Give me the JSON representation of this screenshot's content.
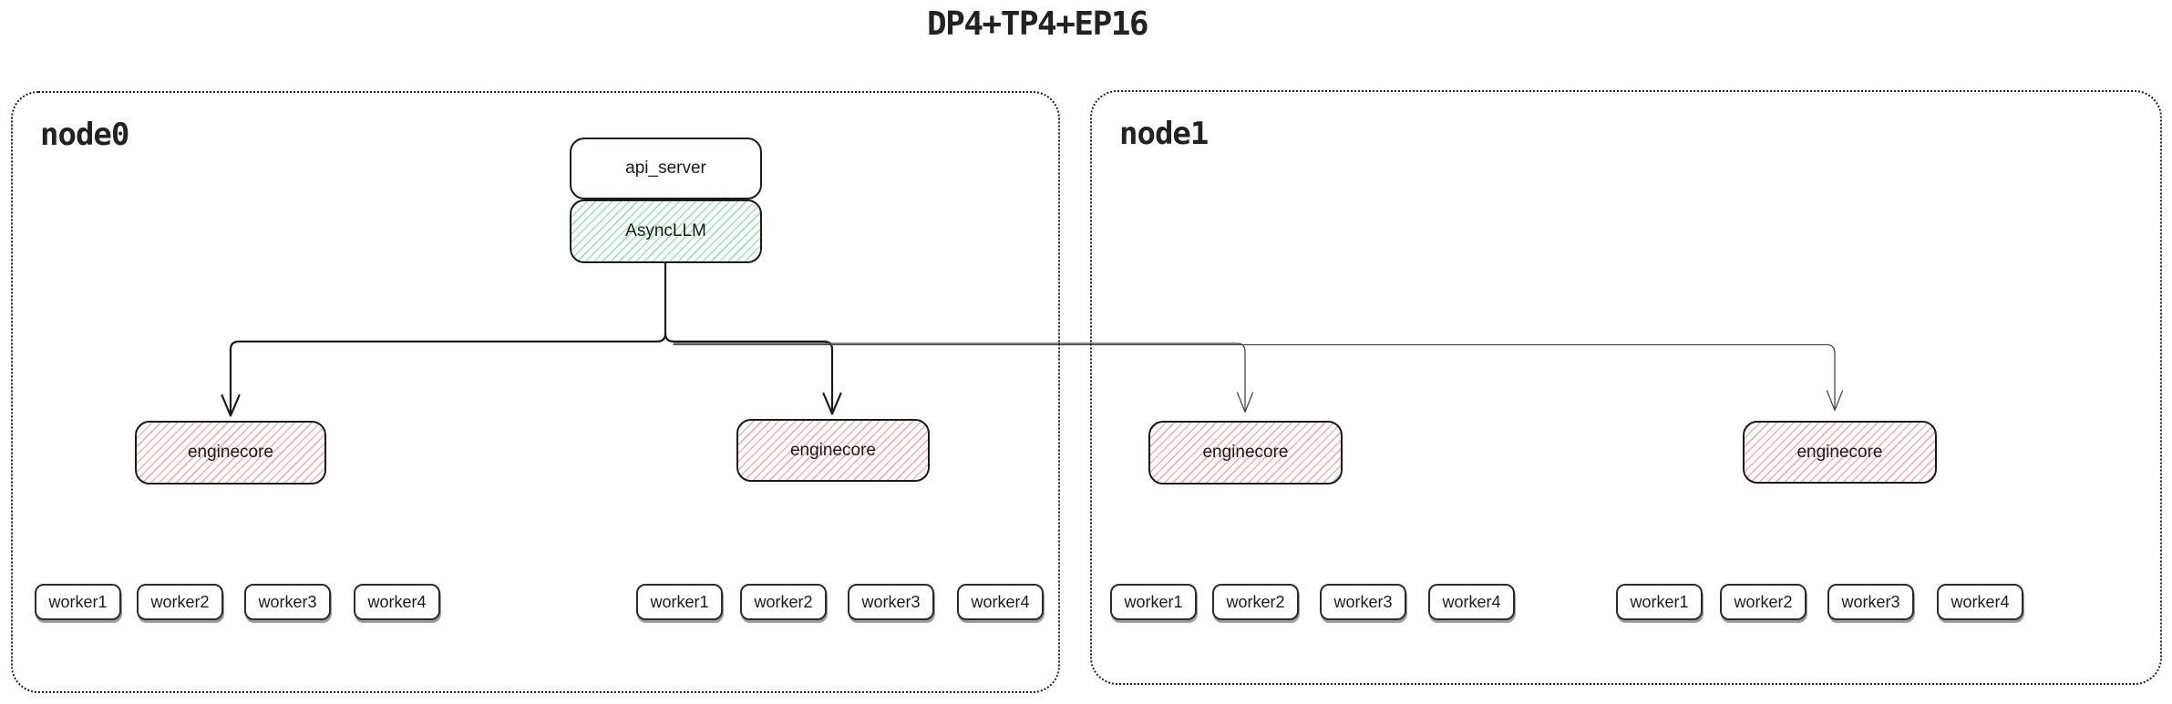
{
  "title": "DP4+TP4+EP16",
  "colors": {
    "stroke": "#1b1b1b",
    "thin_stroke": "#4a4a4a",
    "node_border": "#222222",
    "green_hatch": "#9ce3ae",
    "pink_hatch": "#f3b0aa",
    "worker_shadow": "#9e9e9e",
    "background": "#ffffff"
  },
  "nodes": [
    {
      "label": "node0",
      "stack": {
        "api_server": "api_server",
        "async_llm": "AsyncLLM"
      },
      "enginecores": [
        {
          "label": "enginecore",
          "workers": [
            "worker1",
            "worker2",
            "worker3",
            "worker4"
          ]
        },
        {
          "label": "enginecore",
          "workers": [
            "worker1",
            "worker2",
            "worker3",
            "worker4"
          ]
        }
      ]
    },
    {
      "label": "node1",
      "enginecores": [
        {
          "label": "enginecore",
          "workers": [
            "worker1",
            "worker2",
            "worker3",
            "worker4"
          ]
        },
        {
          "label": "enginecore",
          "workers": [
            "worker1",
            "worker2",
            "worker3",
            "worker4"
          ]
        }
      ]
    }
  ]
}
